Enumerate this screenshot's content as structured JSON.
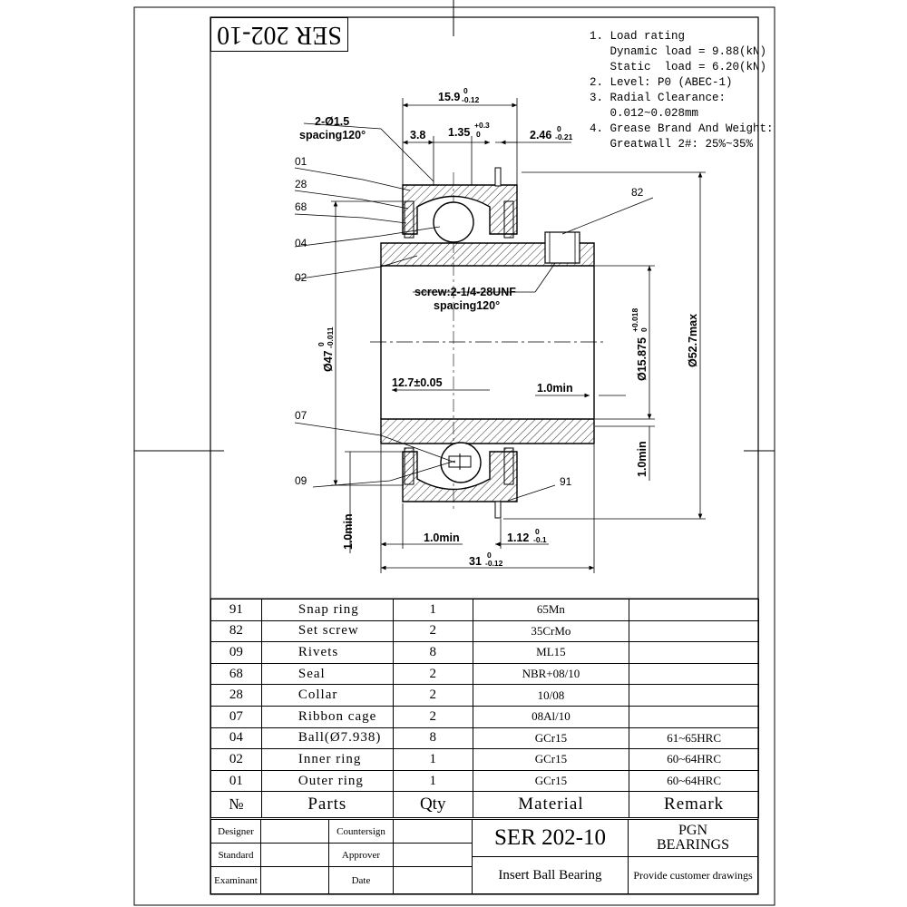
{
  "part_code": "SER 202-10",
  "notes": [
    "1. Load rating",
    "   Dynamic load = 9.88(kN)",
    "   Static  load = 6.20(kN)",
    "2. Level: P0 (ABEC-1)",
    "3. Radial Clearance:",
    "   0.012~0.028mm",
    "4. Grease Brand And Weight:",
    "   Greatwall 2#: 25%~35%"
  ],
  "callouts": {
    "c01": "01",
    "c28": "28",
    "c68": "68",
    "c04": "04",
    "c02": "02",
    "c82": "82",
    "c07": "07",
    "c09": "09",
    "c91": "91"
  },
  "dims": {
    "holes": "2-Ø1.5",
    "holes_spacing": "spacing120°",
    "d15_9": "15.9",
    "d15_9_tol_up": "0",
    "d15_9_tol_dn": "-0.12",
    "d3_8": "3.8",
    "d1_35": "1.35",
    "d1_35_tol_up": "+0.3",
    "d1_35_tol_dn": "0",
    "d2_46": "2.46",
    "d2_46_tol_up": "0",
    "d2_46_tol_dn": "-0.21",
    "screw": "screw:2-1/4-28UNF",
    "screw_spacing": "spacing120°",
    "d47": "Ø47",
    "d47_tol_up": "0",
    "d47_tol_dn": "-0.011",
    "d15_875": "Ø15.875",
    "d15_875_tol_up": "+0.018",
    "d15_875_tol_dn": "0",
    "d52_7": "Ø52.7max",
    "d12_7": "12.7±0.05",
    "d1_0_inner": "1.0min",
    "d1_0_right": "1.0min",
    "d1_0_left": "1.0min",
    "d1_0_bottom": "1.0min",
    "d1_12": "1.12",
    "d1_12_tol_up": "0",
    "d1_12_tol_dn": "-0.1",
    "d31": "31",
    "d31_tol_up": "0",
    "d31_tol_dn": "-0.12"
  },
  "bom": {
    "rows": [
      {
        "no": "91",
        "part": "Snap ring",
        "qty": "1",
        "material": "65Mn",
        "remark": ""
      },
      {
        "no": "82",
        "part": "Set screw",
        "qty": "2",
        "material": "35CrMo",
        "remark": ""
      },
      {
        "no": "09",
        "part": "Rivets",
        "qty": "8",
        "material": "ML15",
        "remark": ""
      },
      {
        "no": "68",
        "part": "Seal",
        "qty": "2",
        "material": "NBR+08/10",
        "remark": ""
      },
      {
        "no": "28",
        "part": "Collar",
        "qty": "2",
        "material": "10/08",
        "remark": ""
      },
      {
        "no": "07",
        "part": "Ribbon cage",
        "qty": "2",
        "material": "08Al/10",
        "remark": ""
      },
      {
        "no": "04",
        "part": "Ball(Ø7.938)",
        "qty": "8",
        "material": "GCr15",
        "remark": "61~65HRC"
      },
      {
        "no": "02",
        "part": "Inner ring",
        "qty": "1",
        "material": "GCr15",
        "remark": "60~64HRC"
      },
      {
        "no": "01",
        "part": "Outer ring",
        "qty": "1",
        "material": "GCr15",
        "remark": "60~64HRC"
      }
    ],
    "header": {
      "no": "№",
      "part": "Parts",
      "qty": "Qty",
      "material": "Material",
      "remark": "Remark"
    }
  },
  "title_block": {
    "designer": "Designer",
    "countersign": "Countersign",
    "standard": "Standard",
    "approver": "Approver",
    "examinant": "Examinant",
    "date": "Date",
    "part_code": "SER 202-10",
    "brand_line1": "PGN",
    "brand_line2": "BEARINGS",
    "product": "Insert Ball Bearing",
    "service": "Provide customer drawings"
  }
}
